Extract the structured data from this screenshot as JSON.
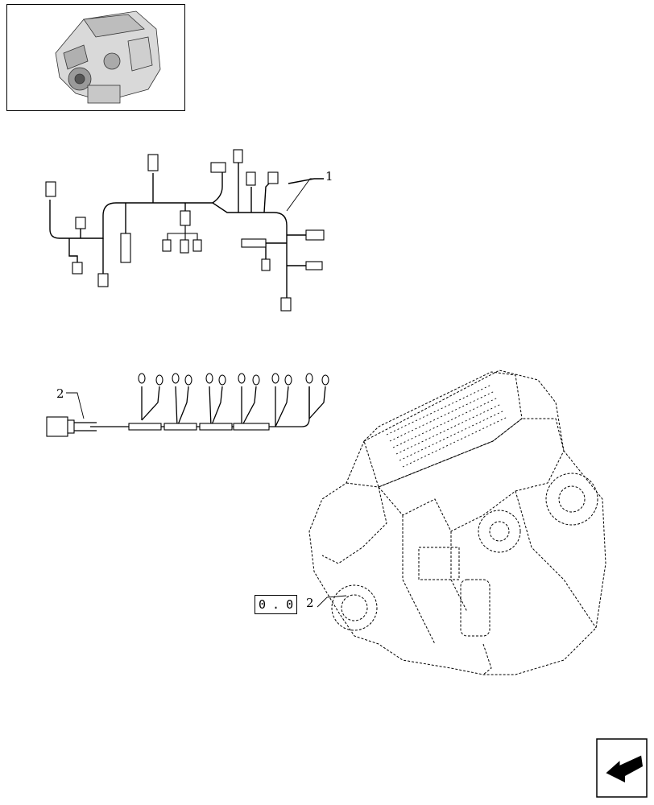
{
  "callouts": {
    "item_1": "1",
    "item_2": "2"
  },
  "reference": {
    "boxed": [
      "0",
      ".",
      "0"
    ],
    "suffix": "2"
  },
  "icons": {
    "thumbnail": "engine-thumbnail-icon",
    "navigation": "next-page-arrow-icon"
  }
}
